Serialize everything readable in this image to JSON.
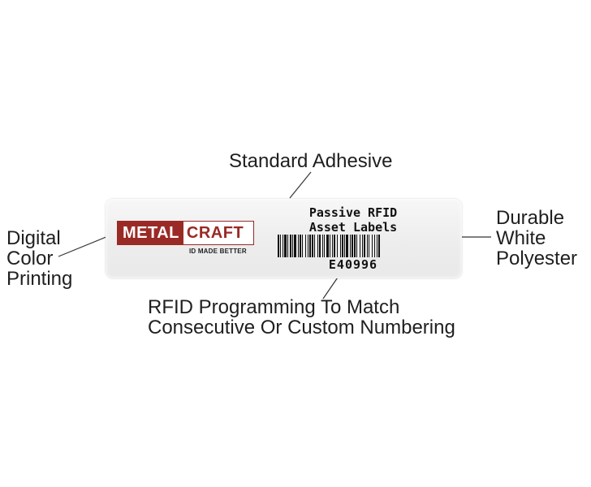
{
  "callouts": {
    "adhesive": "Standard Adhesive",
    "printing": [
      "Digital",
      "Color",
      "Printing"
    ],
    "polyester": [
      "Durable",
      "White",
      "Polyester"
    ],
    "programming": [
      "RFID Programming To Match",
      "Consecutive Or Custom Numbering"
    ]
  },
  "label": {
    "logo_metal": "METAL",
    "logo_craft": "CRAFT",
    "tagline": "ID MADE BETTER",
    "title_line1": "Passive RFID",
    "title_line2": "Asset Labels",
    "serial": "E40996"
  },
  "colors": {
    "brand_red": "#9a2a26",
    "label_white": "#f2f2f2",
    "text": "#1f1f1f"
  }
}
